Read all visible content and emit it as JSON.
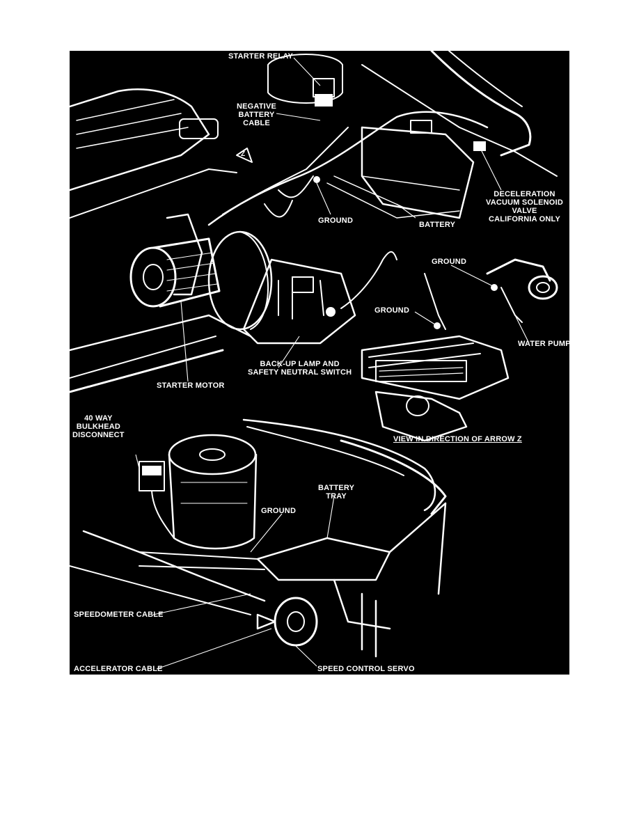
{
  "figure": {
    "background": "#000000",
    "line_color": "#ffffff",
    "labels": {
      "starter_relay": "STARTER RELAY",
      "negative_battery_cable": "NEGATIVE\nBATTERY\nCABLE",
      "deceleration_valve": "DECELERATION\nVACUUM SOLENOID\nVALVE\nCALIFORNIA ONLY",
      "ground_top": "GROUND",
      "battery": "BATTERY",
      "ground_z_upper": "GROUND",
      "ground_z_lower": "GROUND",
      "water_pump": "WATER PUMP",
      "backup_lamp_switch": "BACK-UP LAMP AND\nSAFETY NEUTRAL SWITCH",
      "starter_motor": "STARTER MOTOR",
      "view_direction": "VIEW IN DIRECTION OF ARROW Z",
      "bulkhead_disconnect": "40 WAY\nBULKHEAD\nDISCONNECT",
      "battery_tray": "BATTERY\nTRAY",
      "ground_bottom": "GROUND",
      "speedometer_cable": "SPEEDOMETER CABLE",
      "accelerator_cable": "ACCELERATOR CABLE",
      "speed_control_servo": "SPEED CONTROL SERVO",
      "arrow_z": "Z"
    }
  }
}
